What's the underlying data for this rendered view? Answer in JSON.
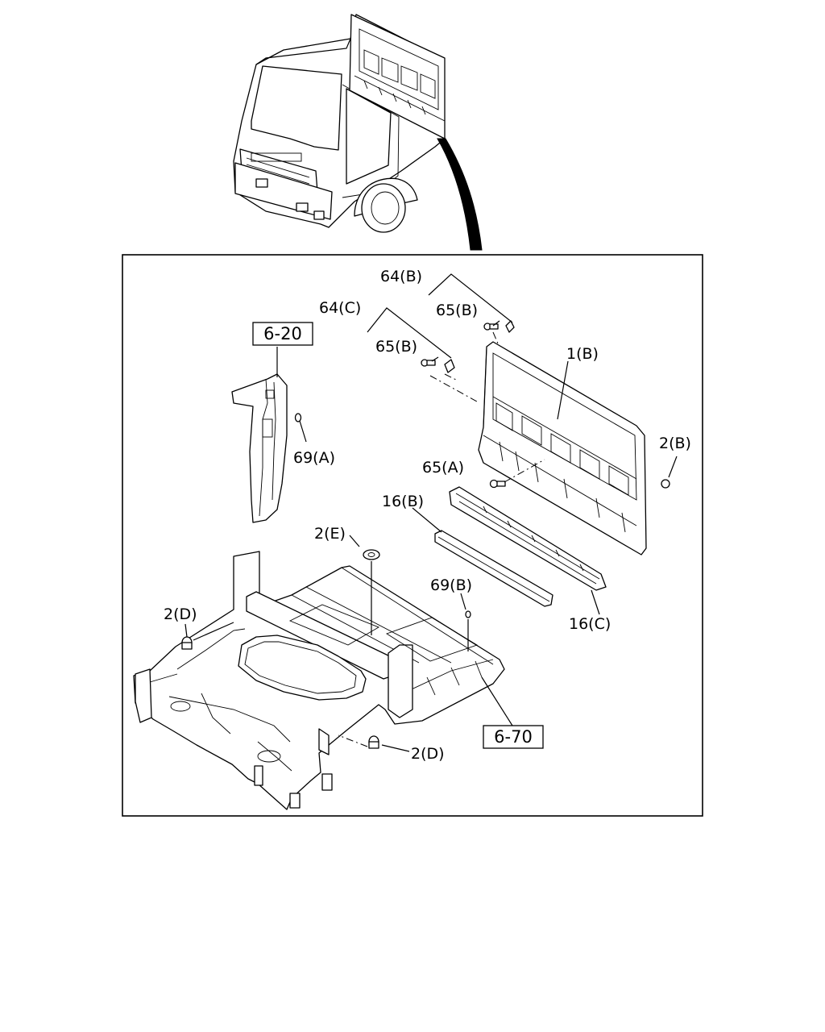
{
  "diagram": {
    "callouts": [
      {
        "id": "c-64b",
        "text": "64(B)"
      },
      {
        "id": "c-65b-top",
        "text": "65(B)"
      },
      {
        "id": "c-64c",
        "text": "64(C)"
      },
      {
        "id": "c-65b-mid",
        "text": "65(B)"
      },
      {
        "id": "c-1b",
        "text": "1(B)"
      },
      {
        "id": "c-69a",
        "text": "69(A)"
      },
      {
        "id": "c-2b",
        "text": "2(B)"
      },
      {
        "id": "c-65a",
        "text": "65(A)"
      },
      {
        "id": "c-16b",
        "text": "16(B)"
      },
      {
        "id": "c-2e",
        "text": "2(E)"
      },
      {
        "id": "c-69b",
        "text": "69(B)"
      },
      {
        "id": "c-2d-left",
        "text": "2(D)"
      },
      {
        "id": "c-16c",
        "text": "16(C)"
      },
      {
        "id": "c-2d-bottom",
        "text": "2(D)"
      }
    ],
    "ref_boxes": [
      {
        "id": "ref-6-20",
        "text": "6-20"
      },
      {
        "id": "ref-6-70",
        "text": "6-70"
      }
    ]
  }
}
